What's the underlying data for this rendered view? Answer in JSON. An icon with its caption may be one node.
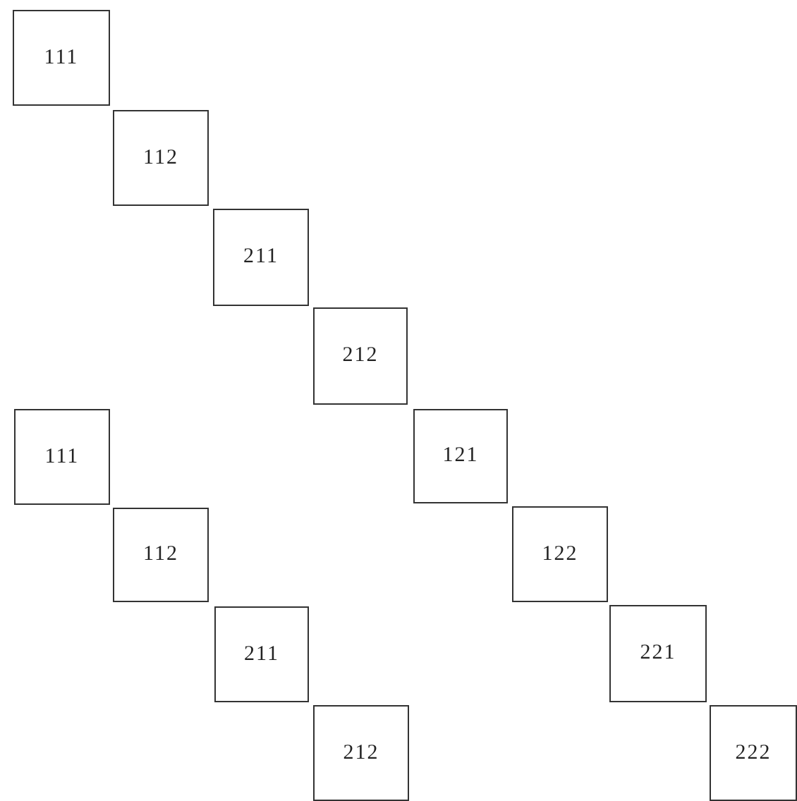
{
  "diagram": {
    "nodes": [
      {
        "text": [
          "111"
        ]
      },
      {
        "text": [
          "112"
        ]
      },
      {
        "text": [
          "211"
        ]
      },
      {
        "text": [
          "212"
        ]
      },
      {
        "text": [
          "121"
        ]
      },
      {
        "text": [
          "122"
        ]
      },
      {
        "text": [
          "221"
        ]
      },
      {
        "text": [
          "222"
        ]
      },
      {
        "text": [
          "111"
        ]
      },
      {
        "text": [
          "112"
        ]
      },
      {
        "text": [
          "211"
        ]
      },
      {
        "text": [
          "212"
        ]
      }
    ]
  }
}
